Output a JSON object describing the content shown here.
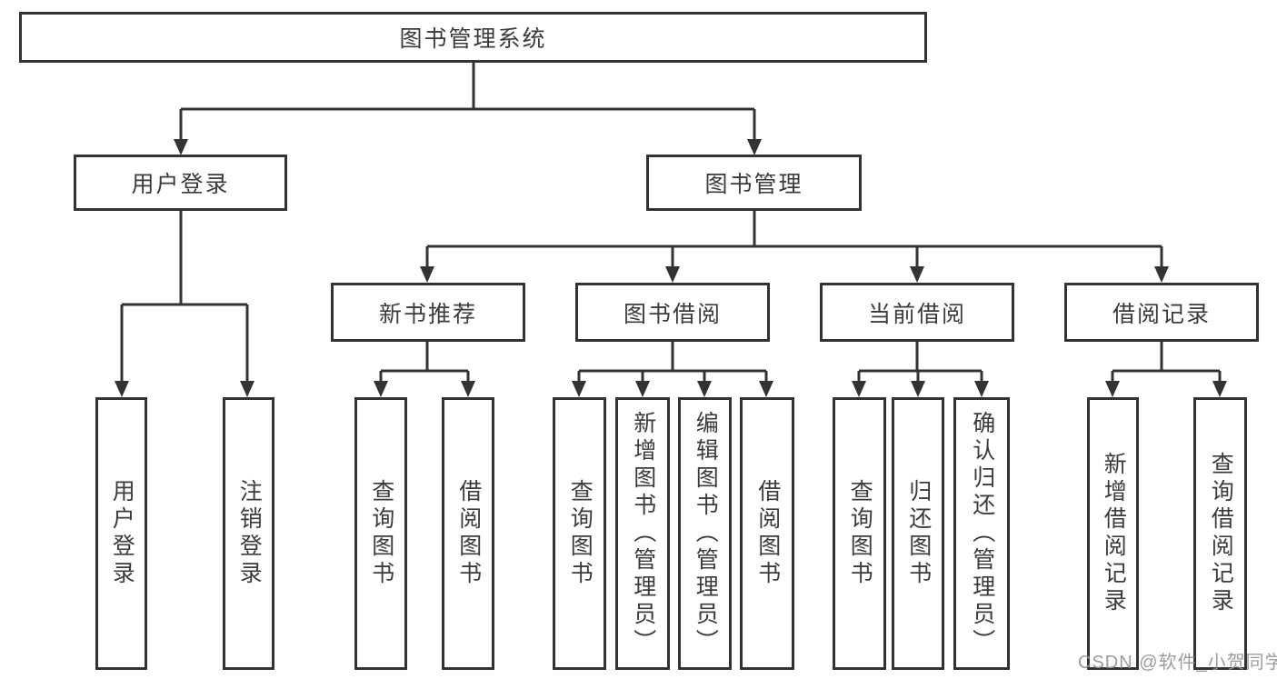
{
  "tree": {
    "root": {
      "label": "图书管理系统"
    },
    "branches": [
      {
        "label": "用户登录",
        "children": [
          {
            "label": "用户登录"
          },
          {
            "label": "注销登录"
          }
        ]
      },
      {
        "label": "图书管理",
        "children": [
          {
            "label": "新书推荐",
            "children": [
              {
                "label": "查询图书"
              },
              {
                "label": "借阅图书"
              }
            ]
          },
          {
            "label": "图书借阅",
            "children": [
              {
                "label": "查询图书"
              },
              {
                "label": "新增图书（管理员）"
              },
              {
                "label": "编辑图书（管理员）"
              },
              {
                "label": "借阅图书"
              }
            ]
          },
          {
            "label": "当前借阅",
            "children": [
              {
                "label": "查询图书"
              },
              {
                "label": "归还图书"
              },
              {
                "label": "确认归还（管理员）"
              }
            ]
          },
          {
            "label": "借阅记录",
            "children": [
              {
                "label": "新增借阅记录"
              },
              {
                "label": "查询借阅记录"
              }
            ]
          }
        ]
      }
    ]
  },
  "watermark": "CSDN @软件_小贺同学",
  "colors": {
    "line": "#333333",
    "text": "#3b3b3b",
    "background": "#ffffff",
    "watermark": "#949494"
  }
}
